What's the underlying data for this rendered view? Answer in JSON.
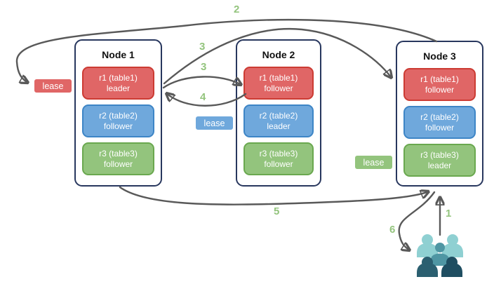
{
  "nodes": [
    {
      "title": "Node 1",
      "replicas": [
        {
          "name": "r1 (table1)",
          "role": "leader",
          "color": "#e06666"
        },
        {
          "name": "r2 (table2)",
          "role": "follower",
          "color": "#6fa8dc"
        },
        {
          "name": "r3 (table3)",
          "role": "follower",
          "color": "#93c47d"
        }
      ]
    },
    {
      "title": "Node 2",
      "replicas": [
        {
          "name": "r1 (table1)",
          "role": "follower",
          "color": "#e06666"
        },
        {
          "name": "r2 (table2)",
          "role": "leader",
          "color": "#6fa8dc"
        },
        {
          "name": "r3 (table3)",
          "role": "follower",
          "color": "#93c47d"
        }
      ]
    },
    {
      "title": "Node 3",
      "replicas": [
        {
          "name": "r1 (table1)",
          "role": "follower",
          "color": "#e06666"
        },
        {
          "name": "r2 (table2)",
          "role": "follower",
          "color": "#6fa8dc"
        },
        {
          "name": "r3 (table3)",
          "role": "leader",
          "color": "#93c47d"
        }
      ]
    }
  ],
  "leases": [
    {
      "label": "lease",
      "color": "#e06666"
    },
    {
      "label": "lease",
      "color": "#6fa8dc"
    },
    {
      "label": "lease",
      "color": "#93c47d"
    }
  ],
  "steps": [
    {
      "text": "1"
    },
    {
      "text": "2"
    },
    {
      "text": "3"
    },
    {
      "text": "3"
    },
    {
      "text": "4"
    },
    {
      "text": "5"
    },
    {
      "text": "6"
    }
  ],
  "colors": {
    "arrow": "#595959",
    "step_label": "#93c47d",
    "node_border": "#28375e",
    "red_border": "#cc3b33",
    "blue_border": "#3d85c6",
    "green_border": "#6aa84f"
  },
  "people_icon": {
    "name": "users-group-icon",
    "colors": [
      "#8fd0d2",
      "#8fd0d2",
      "#4f96a3",
      "#2b5f70",
      "#1f4e61"
    ]
  }
}
